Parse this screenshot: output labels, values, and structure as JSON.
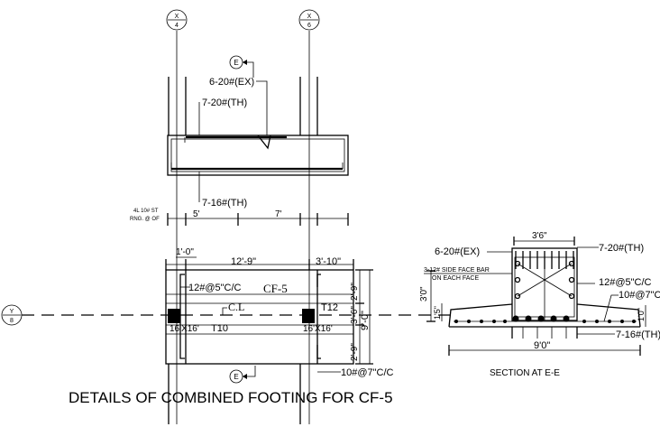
{
  "drawing": {
    "title": "DETAILS OF COMBINED FOOTING FOR CF-5",
    "grid_x4": "X\n4",
    "grid_x4_top": "X",
    "grid_x4_bottom": "4",
    "grid_x6_top": "X",
    "grid_x6_bottom": "6",
    "grid_y8_top": "Y",
    "grid_y8_bottom": "8",
    "section_mark": "E"
  },
  "elevation": {
    "bar_top": "6-20#(EX)",
    "bar_mid": "7-20#(TH)",
    "bar_bottom": "7-16#(TH)",
    "small_note_line1": "4L 10# ST",
    "small_note_line2": "RNG. @ OF",
    "dim_left": "5'",
    "dim_right": "7'"
  },
  "plan": {
    "dim_overhang": "1'-0\"",
    "dim_span": "12'-9\"",
    "dim_right": "3'-10\"",
    "footing_label": "CF-5",
    "bar_top_label": "12#@5\"C/C",
    "centerline": "C.L",
    "tag_t12": "T12",
    "tag_t10": "T10",
    "col_left": "16'X16'",
    "col_right": "16'X16'",
    "bar_bottom_label": "10#@7\"C/C",
    "dim_v1": "2'-9\"",
    "dim_v2": "3'-6\"",
    "dim_v3": "2'-9\"",
    "dim_v_total": "9'-0\""
  },
  "section": {
    "caption": "SECTION AT E-E",
    "dim_top": "3'6\"",
    "bar_ex": "6-20#(EX)",
    "bar_th": "7-20#(TH)",
    "side_note_line1": "3-12# SIDE FACE BAR",
    "side_note_line2": "ON EACH FACE",
    "stirrup": "12#@5\"C/C",
    "bottom_bar": "10#@7\"C",
    "bottom_main": "7-16#(TH)",
    "dim_depth": "3'0\"",
    "dim_slab_left": "1'5\"",
    "dim_slab_right": "1'0\"",
    "dim_base": "9'0\""
  }
}
